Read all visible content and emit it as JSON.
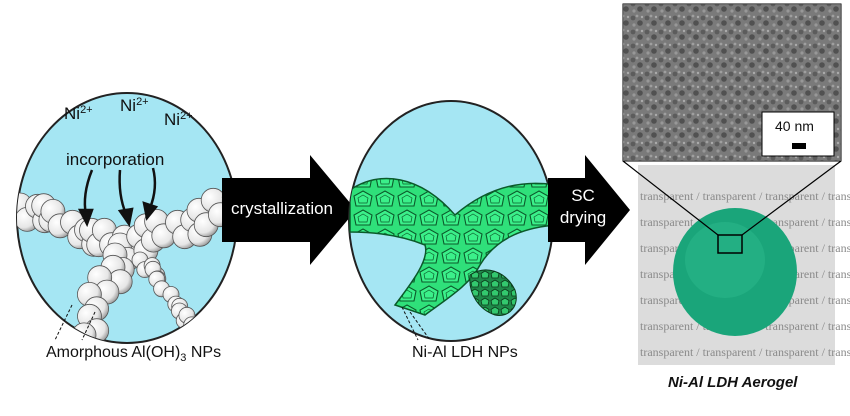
{
  "panel1": {
    "ion_base": "Ni",
    "ion_charge": "2+",
    "process_label": "incorporation",
    "caption_prefix": "Amorphous Al(OH)",
    "caption_subscript": "3",
    "caption_suffix": " NPs"
  },
  "arrow1": {
    "label": "crystallization"
  },
  "panel2": {
    "caption": "Ni-Al LDH NPs"
  },
  "arrow2": {
    "line1": "SC",
    "line2": "drying"
  },
  "panel3": {
    "scale_bar_label": "40 nm",
    "background_text": "transparent / transparent / transparent / transparent",
    "caption": "Ni-Al LDH Aerogel"
  },
  "colors": {
    "ellipse_fill": "#a5e6f3",
    "sphere_fill": "#f2f2f2",
    "crystal_fill": "#2fe07a",
    "aerogel_fill": "#1aa57a",
    "arrow_fill": "#000000",
    "sem_gray": "#7a7a7a"
  }
}
